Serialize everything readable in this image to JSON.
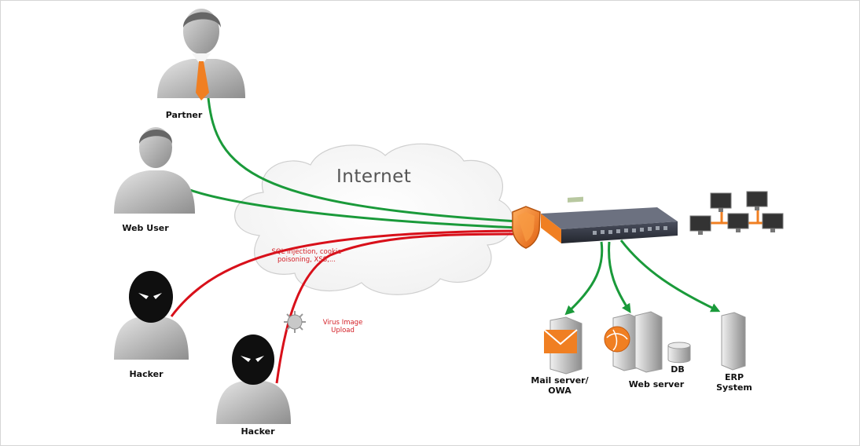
{
  "cloud": {
    "title": "Internet"
  },
  "actors": {
    "partner": {
      "label": "Partner"
    },
    "web_user": {
      "label": "Web User"
    },
    "hacker_1": {
      "label": "Hacker"
    },
    "hacker_2": {
      "label": "Hacker"
    }
  },
  "attacks": {
    "sql_injection": {
      "label": "SQL Injection, cookie poisoning, XSS,..."
    },
    "virus_upload": {
      "label": "Virus Image Upload"
    }
  },
  "servers": {
    "mail": {
      "label": "Mail server/ OWA"
    },
    "web": {
      "label": "Web server"
    },
    "db": {
      "label": "DB"
    },
    "erp": {
      "label": "ERP System"
    }
  },
  "colors": {
    "legit_line": "#1a9a3a",
    "attack_line": "#d8101a",
    "accent": "#f07f22",
    "appliance": "#3d4250"
  }
}
